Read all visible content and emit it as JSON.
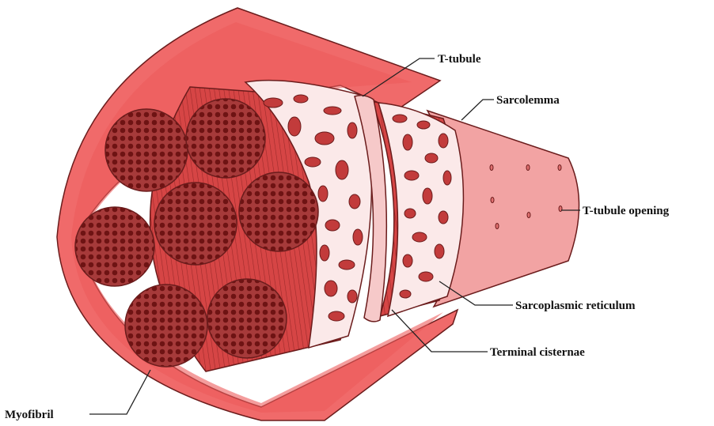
{
  "labels": {
    "t_tubule": "T-tubule",
    "sarcolemma": "Sarcolemma",
    "t_tubule_opening": "T-tubule opening",
    "sarcoplasmic_reticulum": "Sarcoplasmic reticulum",
    "terminal_cisternae": "Terminal cisternae",
    "myofibril": "Myofibril"
  },
  "colors": {
    "sarcolemma_outer": "#f06a6a",
    "sarcolemma_inner": "#f2a3a3",
    "fiber_body": "#d94848",
    "myofibril_face": "#a63a3a",
    "myofilament_dot": "#6e1313",
    "reticulum": "#fbe9e9",
    "outline": "#6b1c1c"
  }
}
